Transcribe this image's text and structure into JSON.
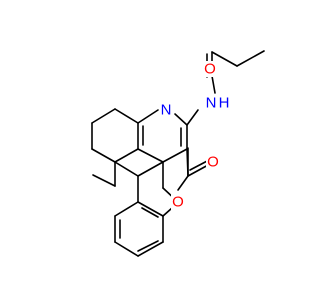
{
  "molecule": {
    "atoms": {
      "N_ring": {
        "symbol": "N",
        "color": "#0000ff"
      },
      "N_amide": {
        "symbol": "N",
        "color": "#0000ff"
      },
      "H_amide": {
        "symbol": "H",
        "color": "#0000ff"
      },
      "O_carbonyl_amide": {
        "symbol": "O",
        "color": "#ff0000"
      },
      "O_lactone_carbonyl": {
        "symbol": "O",
        "color": "#ff0000"
      },
      "O_ring": {
        "symbol": "O",
        "color": "#ff0000"
      }
    },
    "bond_color": "#000000"
  }
}
